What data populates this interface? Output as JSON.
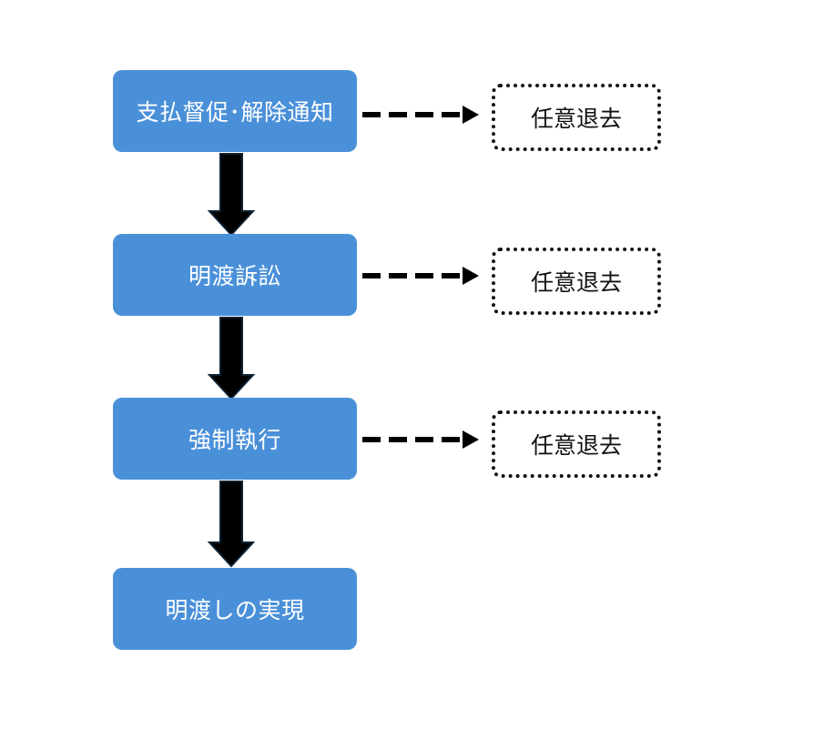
{
  "flow": {
    "steps": [
      {
        "label": "支払督促･解除通知"
      },
      {
        "label": "明渡訴訟"
      },
      {
        "label": "強制執行"
      },
      {
        "label": "明渡しの実現"
      }
    ],
    "side_outcomes": [
      {
        "label": "任意退去"
      },
      {
        "label": "任意退去"
      },
      {
        "label": "任意退去"
      }
    ]
  },
  "colors": {
    "step_fill": "#4a90d9",
    "step_text": "#ffffff",
    "arrow": "#000000",
    "arrow_outline": "#0d2233",
    "side_border": "#111111"
  }
}
